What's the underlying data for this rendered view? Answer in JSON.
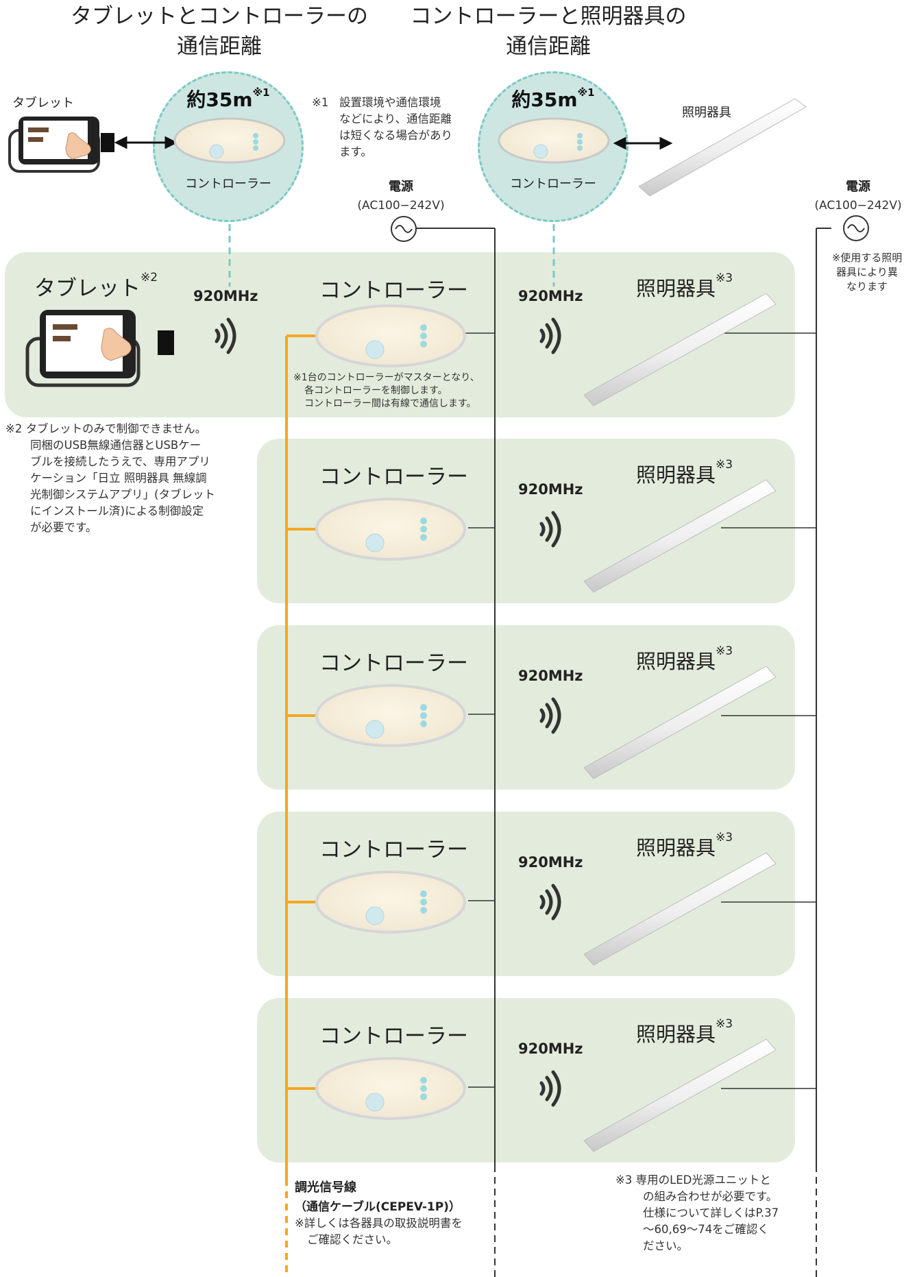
{
  "headings": {
    "tablet_link": {
      "line1": "タブレットとコントローラーの",
      "line2": "通信距離"
    },
    "luminaire_link": {
      "line1": "コントローラーと照明器具の",
      "line2": "通信距離"
    }
  },
  "top": {
    "tablet_label": "タブレット",
    "controller_label": "コントローラー",
    "luminaire_label": "照明器具",
    "range_value": "約35m",
    "range_mark": "※1"
  },
  "notes": {
    "note1_mark": "※1",
    "note1_lines": [
      "設置環境や通信環境",
      "などにより、通信距離",
      "は短くなる場合があり",
      "ます。"
    ],
    "note2_lines": [
      "※2 タブレットのみで制御できません。",
      "同梱のUSB無線通信器とUSBケー",
      "ブルを接続したうえで、専用アプリ",
      "ケーション「日立 照明器具 無線調",
      "光制御システムアプリ」(タブレット",
      "にインストール済)による制御設定",
      "が必要です。"
    ],
    "note3_lines": [
      "※3 専用のLED光源ユニットと",
      "の組み合わせが必要です。",
      "仕様について詳しくはP.37",
      "～60,69～74をご確認く",
      "ださい。"
    ],
    "master_lines": [
      "※1台のコントローラーがマスターとなり、",
      "各コントローラーを制御します。",
      "コントローラー間は有線で通信します。"
    ],
    "luminaire_power_lines": [
      "※使用する照明",
      "器具により異",
      "なります"
    ],
    "cable_title": "調光信号線",
    "cable_sub": "（通信ケーブル(CEPEV-1P)）",
    "cable_lines": [
      "※詳しくは各器具の取扱説明書を",
      "ご確認ください。"
    ]
  },
  "power": {
    "title": "電源",
    "spec": "(AC100−242V)"
  },
  "system": {
    "tablet_label": "タブレット",
    "tablet_mark": "※2",
    "frequency": "920MHz",
    "controller_label": "コントローラー",
    "luminaire_label": "照明器具",
    "luminaire_mark": "※3"
  },
  "colors": {
    "panel": "#e3ecdc",
    "range_circle": "#cde6e1",
    "range_border": "#7cc8c6",
    "signal_cable": "#f5a623",
    "wire": "#333333",
    "tablet_accent": "#6b4a33"
  }
}
